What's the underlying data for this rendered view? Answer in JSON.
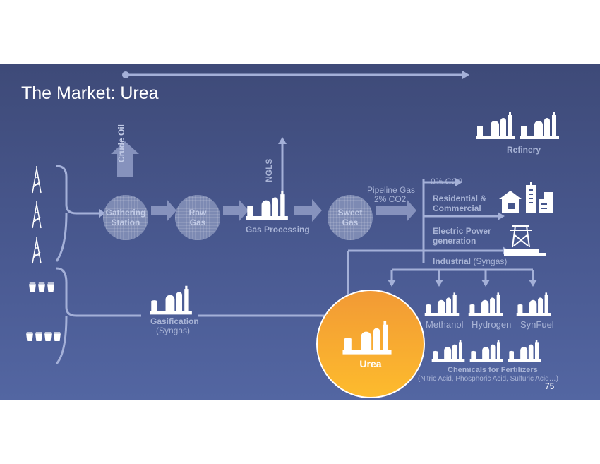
{
  "title": "The Market: Urea",
  "labels": {
    "crude_oil": "Crude Oil",
    "ngls": "NGLS",
    "refinery": "Refinery",
    "gathering_station": "Gathering Station",
    "raw_gas": "Raw Gas",
    "gas_processing": "Gas Processing",
    "sweet_gas": "Sweet Gas",
    "pipeline_gas": "Pipeline Gas",
    "pipeline_co2": "2% CO2",
    "zero_co2": "0% CO2",
    "residential": "Residential & Commercial",
    "electric": "Electric Power generation",
    "industrial": "Industrial",
    "industrial_sub": "(Syngas)",
    "gasification": "Gasification",
    "gasification_sub": "(Syngas)",
    "methanol": "Methanol",
    "hydrogen": "Hydrogen",
    "synfuel": "SynFuel",
    "chemicals": "Chemicals for Fertilizers",
    "chemicals_sub": "(Nitric Acid, Phosphoric Acid, Sulfuric Acid…)",
    "urea": "Urea"
  },
  "page_number": "75",
  "colors": {
    "accent": "#f7a531",
    "line": "#a4b0d8",
    "background": "#46568c"
  }
}
